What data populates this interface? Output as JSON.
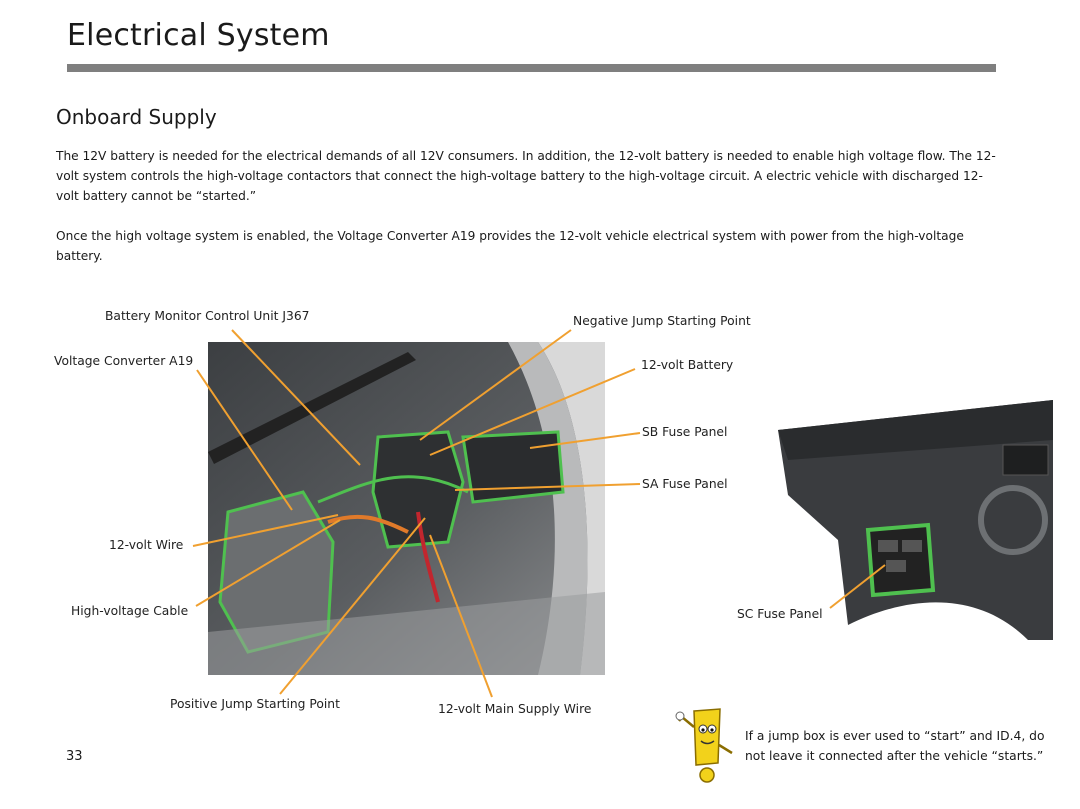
{
  "header": {
    "title": "Electrical System"
  },
  "section": {
    "title": "Onboard Supply"
  },
  "paragraphs": [
    "The 12V battery is needed for the electrical demands of all 12V consumers.  In addition, the 12-volt battery is needed to enable high voltage flow.  The 12-volt system controls the high-voltage contactors that connect the high-voltage battery to the high-voltage circuit.  A electric vehicle with discharged 12-volt battery cannot be “started.”",
    "Once the high voltage system is enabled, the Voltage Converter A19 provides the 12-volt vehicle electrical system with power from the high-voltage battery."
  ],
  "callouts": {
    "battery_monitor": "Battery Monitor Control Unit J367",
    "voltage_converter": "Voltage Converter A19",
    "wire_12v": "12-volt Wire",
    "hv_cable": "High-voltage Cable",
    "positive_jump": "Positive Jump Starting Point",
    "main_supply_wire": "12-volt Main Supply Wire",
    "negative_jump": "Negative Jump Starting Point",
    "battery_12v": "12-volt Battery",
    "sb_fuse": "SB Fuse Panel",
    "sa_fuse": "SA Fuse Panel",
    "sc_fuse": "SC Fuse Panel"
  },
  "tip": {
    "text": "If a jump box is ever used to “start” and ID.4, do not leave it connected after the vehicle “starts.”"
  },
  "footer": {
    "page_number": "33"
  },
  "colors": {
    "rule": "#7f7f7f",
    "leader": "#f0a030",
    "highlight": "#4fc04f",
    "mascot": "#f2d21b"
  }
}
